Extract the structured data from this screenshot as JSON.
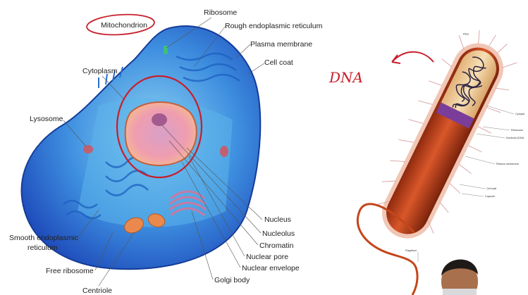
{
  "eukaryote": {
    "labels": {
      "mitochondrion": "Mitochondrion",
      "ribosome": "Ribosome",
      "rough_er": "Rough endoplasmic reticulum",
      "plasma_membrane": "Plasma membrane",
      "cell_coat": "Cell coat",
      "cytoplasm": "Cytoplasm",
      "lysosome": "Lysosome",
      "smooth_er_line1": "Smooth endoplasmic",
      "smooth_er_line2": "reticulum",
      "free_ribosome": "Free ribosome",
      "centriole": "Centriole",
      "nucleus": "Nucleus",
      "nucleolus": "Nucleolus",
      "chromatin": "Chromatin",
      "nuclear_pore": "Nuclear pore",
      "nuclear_envelope": "Nuclear envelope",
      "golgi_body": "Golgi body"
    }
  },
  "bacterium": {
    "labels": {
      "pilus": "Pilus",
      "cytoplasm": "Cytopla",
      "ribosome": "Ribosome",
      "nucleoid": "Nucleoid (DNA",
      "plasma_membrane": "Plasma membrane",
      "cell_wall": "Cell wall",
      "capsule": "Capsule",
      "flagellum": "Flagellum"
    }
  },
  "annotations": {
    "dna_note": "DNA"
  },
  "colors": {
    "annotation_red": "#c81e2a",
    "cell_blue": "#2f6fcf",
    "nucleus_pink": "#e89aa8",
    "bacterium_orange": "#c4461a"
  }
}
